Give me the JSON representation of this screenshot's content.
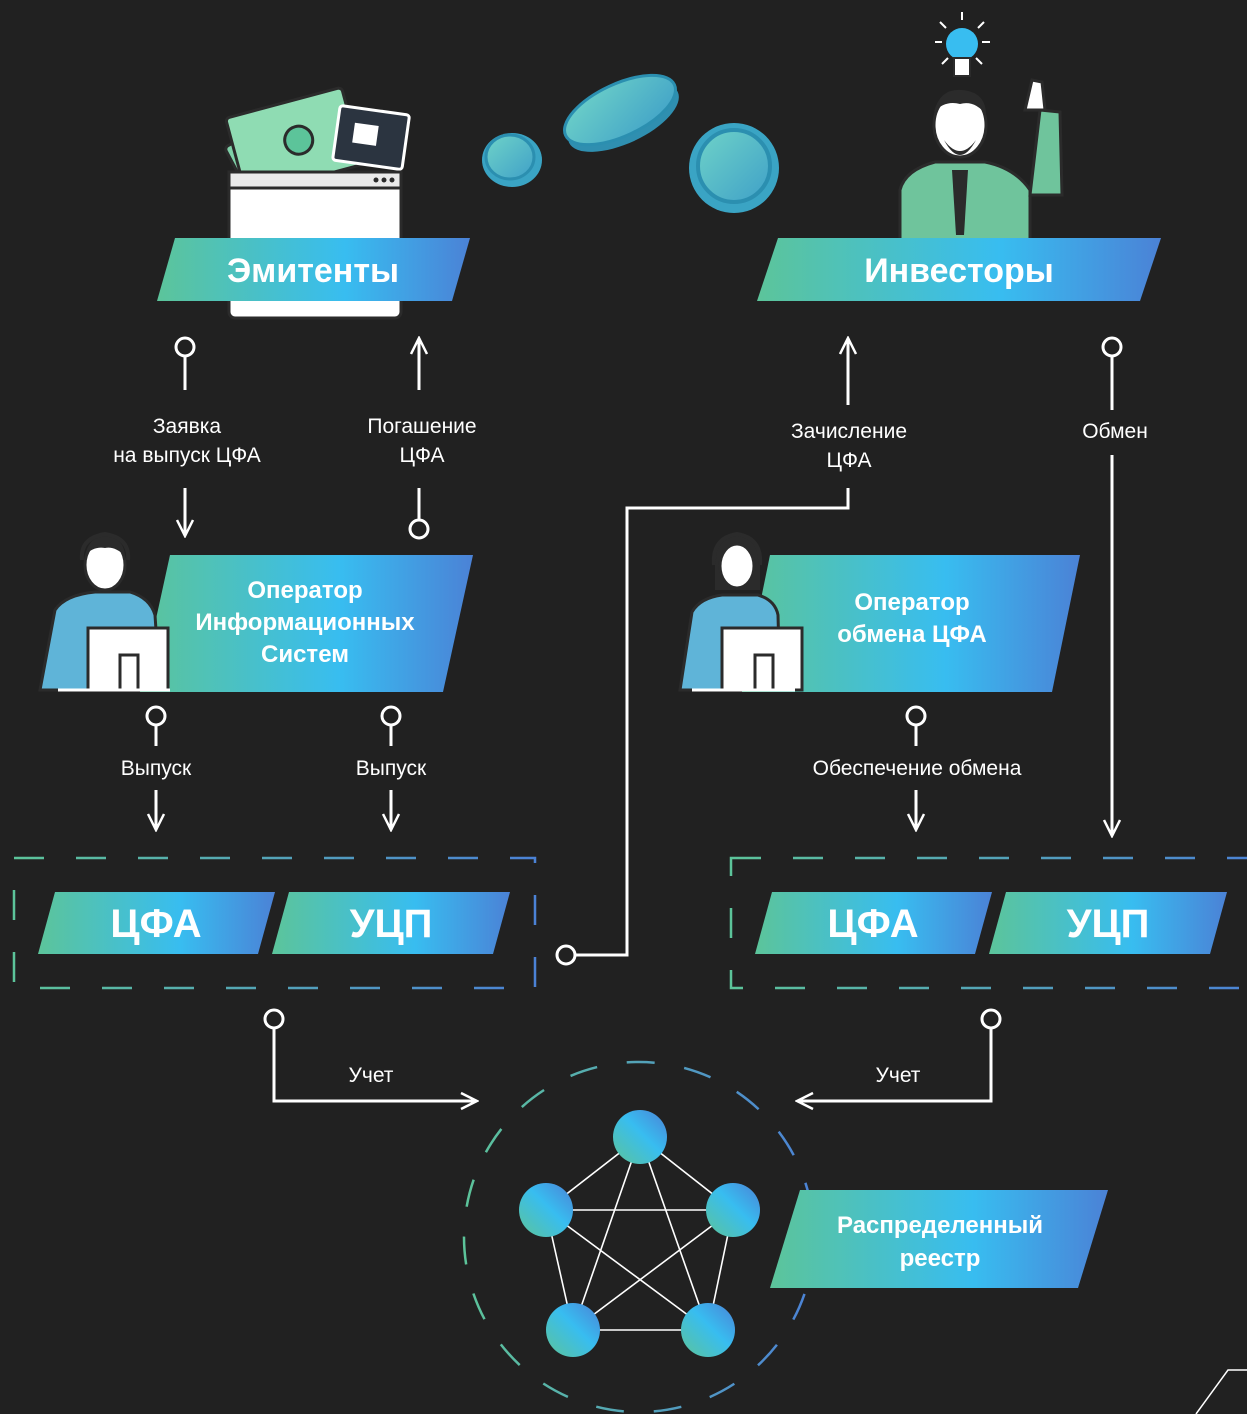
{
  "colors": {
    "background": "#212121",
    "gradient_start": "#5cc49a",
    "gradient_mid": "#38bdf0",
    "gradient_end": "#4b82d6",
    "line": "#ffffff",
    "label_text": "#ffffff"
  },
  "top": {
    "issuers_title": "Эмитенты",
    "investors_title": "Инвесторы"
  },
  "left_flow": {
    "request_line1": "Заявка",
    "request_line2": "на выпуск ЦФА",
    "redemption_line1": "Погашение",
    "redemption_line2": "ЦФА",
    "operator_line1": "Оператор",
    "operator_line2": "Информационных",
    "operator_line3": "Систем",
    "issue_left": "Выпуск",
    "issue_right": "Выпуск",
    "box_cfa": "ЦФА",
    "box_ucp": "УЦП",
    "accounting": "Учет"
  },
  "right_flow": {
    "credit_line1": "Зачисление",
    "credit_line2": "ЦФА",
    "exchange": "Обмен",
    "operator_line1": "Оператор",
    "operator_line2": "обмена ЦФА",
    "exchange_support": "Обеспечение обмена",
    "box_cfa": "ЦФА",
    "box_ucp": "УЦП",
    "accounting": "Учет"
  },
  "registry": {
    "line1": "Распределенный",
    "line2": "реестр"
  },
  "icons": [
    "wallet-icon",
    "coin-icon",
    "lightbulb-icon",
    "investor-person-icon",
    "operator-person-icon",
    "network-nodes-icon"
  ]
}
